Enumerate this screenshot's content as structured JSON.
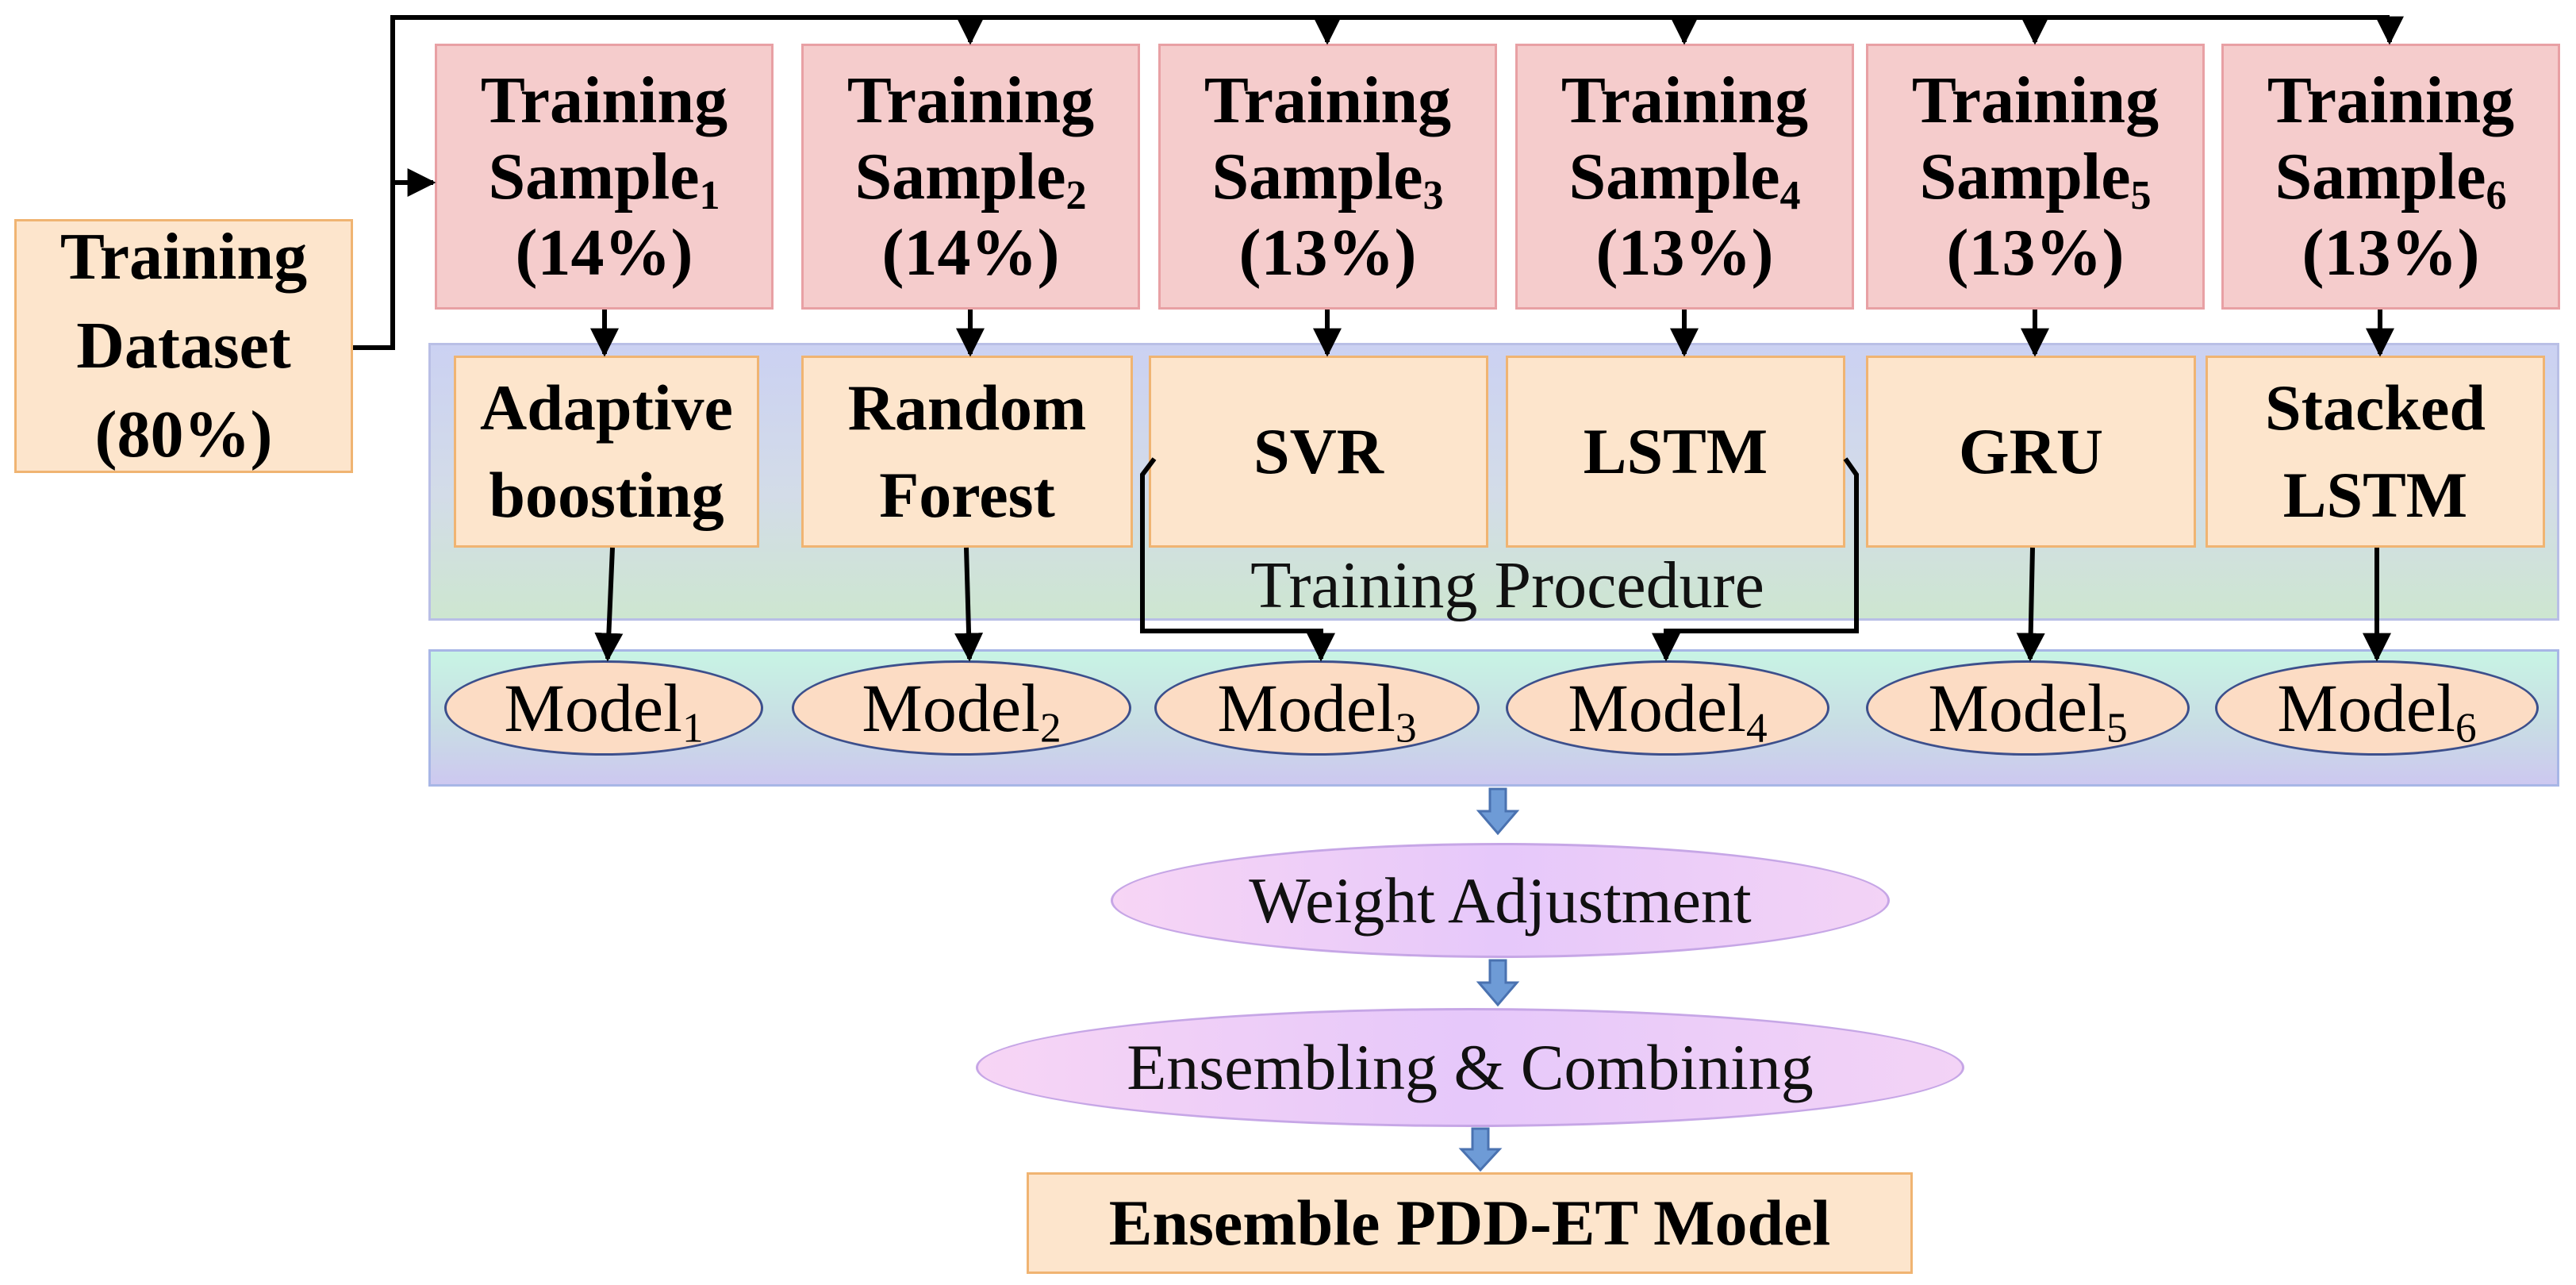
{
  "training_dataset": {
    "line1": "Training",
    "line2": "Dataset",
    "line3": "(80%)"
  },
  "samples": [
    {
      "line1": "Training",
      "line2": "Sample",
      "sub": "1",
      "percent": "(14%)"
    },
    {
      "line1": "Training",
      "line2": "Sample",
      "sub": "2",
      "percent": "(14%)"
    },
    {
      "line1": "Training",
      "line2": "Sample",
      "sub": "3",
      "percent": "(13%)"
    },
    {
      "line1": "Training",
      "line2": "Sample",
      "sub": "4",
      "percent": "(13%)"
    },
    {
      "line1": "Training",
      "line2": "Sample",
      "sub": "5",
      "percent": "(13%)"
    },
    {
      "line1": "Training",
      "line2": "Sample",
      "sub": "6",
      "percent": "(13%)"
    }
  ],
  "algorithms": [
    {
      "line1": "Adaptive",
      "line2": "boosting"
    },
    {
      "line1": "Random",
      "line2": "Forest"
    },
    {
      "line1": "SVR",
      "line2": ""
    },
    {
      "line1": "LSTM",
      "line2": ""
    },
    {
      "line1": "GRU",
      "line2": ""
    },
    {
      "line1": "Stacked",
      "line2": "LSTM"
    }
  ],
  "training_procedure_label": "Training Procedure",
  "models": [
    {
      "name": "Model",
      "sub": "1"
    },
    {
      "name": "Model",
      "sub": "2"
    },
    {
      "name": "Model",
      "sub": "3"
    },
    {
      "name": "Model",
      "sub": "4"
    },
    {
      "name": "Model",
      "sub": "5"
    },
    {
      "name": "Model",
      "sub": "6"
    }
  ],
  "weight_adjustment": "Weight Adjustment",
  "ensembling": "Ensembling & Combining",
  "final_model": "Ensemble PDD-ET Model",
  "colors": {
    "line": "#000000",
    "arrow_blue": "#6e9bd6",
    "sample_fill": "#f5cccc",
    "algo_fill": "#fde5cc"
  }
}
